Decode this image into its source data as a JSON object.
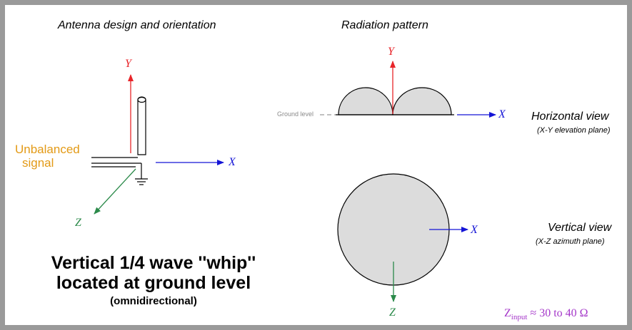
{
  "captions": {
    "left": "Antenna design and orientation",
    "right": "Radiation pattern"
  },
  "axes": {
    "left": {
      "y": "Y",
      "x": "X",
      "z": "Z"
    },
    "horizontal_view": {
      "y": "Y",
      "x": "X"
    },
    "vertical_view": {
      "x": "X",
      "z": "Z"
    }
  },
  "signal_label": {
    "line1": "Unbalanced",
    "line2": "signal"
  },
  "ground_level_label": "Ground level",
  "views": {
    "horizontal": {
      "title": "Horizontal view",
      "plane": "(X-Y elevation plane)"
    },
    "vertical": {
      "title": "Vertical view",
      "plane": "(X-Z azimuth plane)"
    }
  },
  "title": {
    "line1": "Vertical 1/4 wave ''whip''",
    "line2": "located at ground level",
    "subtitle": "(omnidirectional)"
  },
  "impedance": {
    "symbol": "Z",
    "subscript": "input",
    "value": " ≈ 30 to 40 Ω"
  },
  "colors": {
    "y_axis": "#e8252a",
    "x_axis": "#1414d6",
    "z_axis": "#2b8a4a",
    "signal": "#e39a16",
    "impedance": "#a436c9",
    "pattern_fill": "#dcdcdc"
  }
}
